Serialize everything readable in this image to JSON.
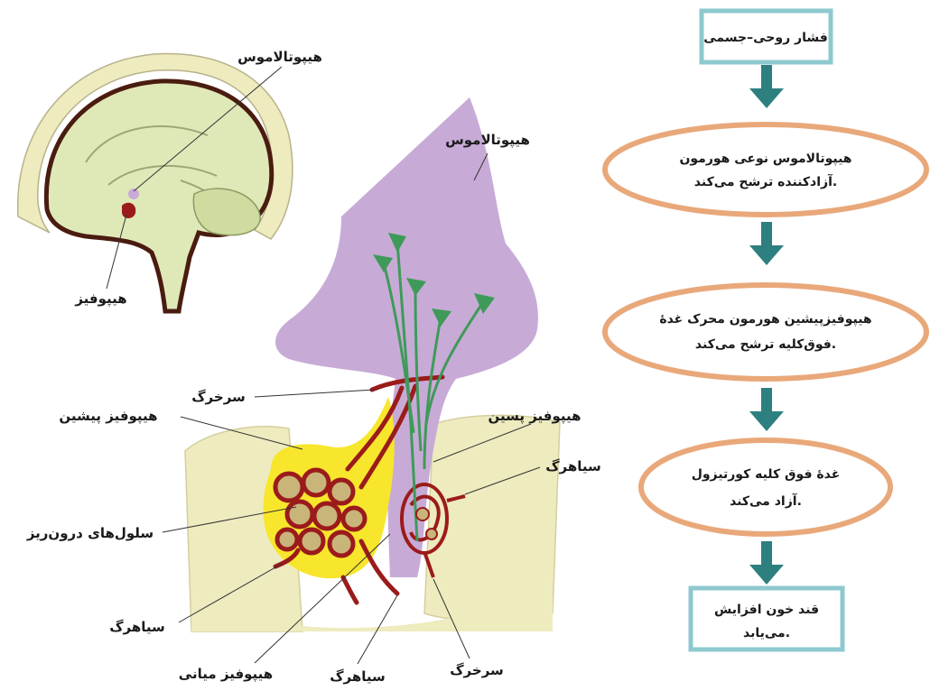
{
  "colors": {
    "arrow": "#2e7f7f",
    "box_border": "#8ec9cf",
    "oval_border": "#e9a87a",
    "purple": "#c7abd6",
    "yellow": "#f7e62c",
    "bone": "#eeebbf",
    "vessel": "#9b1b1b",
    "nerve": "#3f9a5a",
    "brain": "#dfe9b8",
    "brain_outline": "#4a1c10"
  },
  "flowchart": {
    "step1": "فشار روحی–جسمی",
    "step2": [
      "هیپوتالاموس نوعی هورمون",
      "آزادکننده ترشح می‌کند."
    ],
    "step3": [
      "هیپوفیزپیشین هورمون محرک غدهٔ",
      "فوق‌کلیه ترشح می‌کند."
    ],
    "step4": [
      "غدهٔ فوق کلیه کورتیزول",
      "آزاد می‌کند."
    ],
    "step5": [
      "قند خون افزایش",
      "می‌یابد."
    ]
  },
  "labels": {
    "brain_hypothalamus": "هیپوتالاموس",
    "brain_pituitary": "هیپوفیز",
    "hypothalamus": "هیپوتالاموس",
    "artery_top": "سرخرگ",
    "anterior_pituitary": "هیپوفیز پیشین",
    "posterior_pituitary": "هیپوفیز پسین",
    "vein_right": "سیاهرگ",
    "endocrine_cells": "سلول‌های درون‌ریز",
    "vein_left": "سیاهرگ",
    "intermediate_pituitary": "هیپوفیز میانی",
    "vein_bottom": "سیاهرگ",
    "artery_bottom": "سرخرگ"
  }
}
